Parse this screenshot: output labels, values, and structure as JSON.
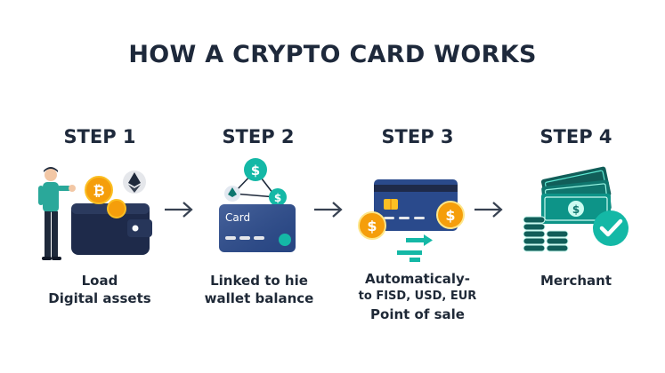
{
  "title": "HOW A CRYPTO CARD WORKS",
  "steps": [
    {
      "heading": "STEP 1",
      "lines": [
        "Load",
        "Digital assets"
      ]
    },
    {
      "heading": "STEP 2",
      "lines": [
        "Linked to hie",
        "wallet balance"
      ]
    },
    {
      "heading": "STEP 3",
      "lines": [
        "Automaticaly-",
        "to FISD, USD, EUR",
        "Point of sale"
      ]
    },
    {
      "heading": "STEP 4",
      "lines": [
        "Merchant"
      ]
    }
  ],
  "card_label": "Card",
  "colors": {
    "navy": "#1e2a4a",
    "card_blue": "#2a4a8c",
    "coin_orange": "#f59e0b",
    "teal": "#14b8a6",
    "green_cash": "#0f766e"
  },
  "icons": [
    "person-icon",
    "wallet-icon",
    "bitcoin-coin-icon",
    "ethereum-icon",
    "dollar-coin-icon",
    "credit-card-icon",
    "exchange-arrows-icon",
    "cash-stack-icon",
    "checkmark-icon",
    "arrow-right-icon"
  ]
}
